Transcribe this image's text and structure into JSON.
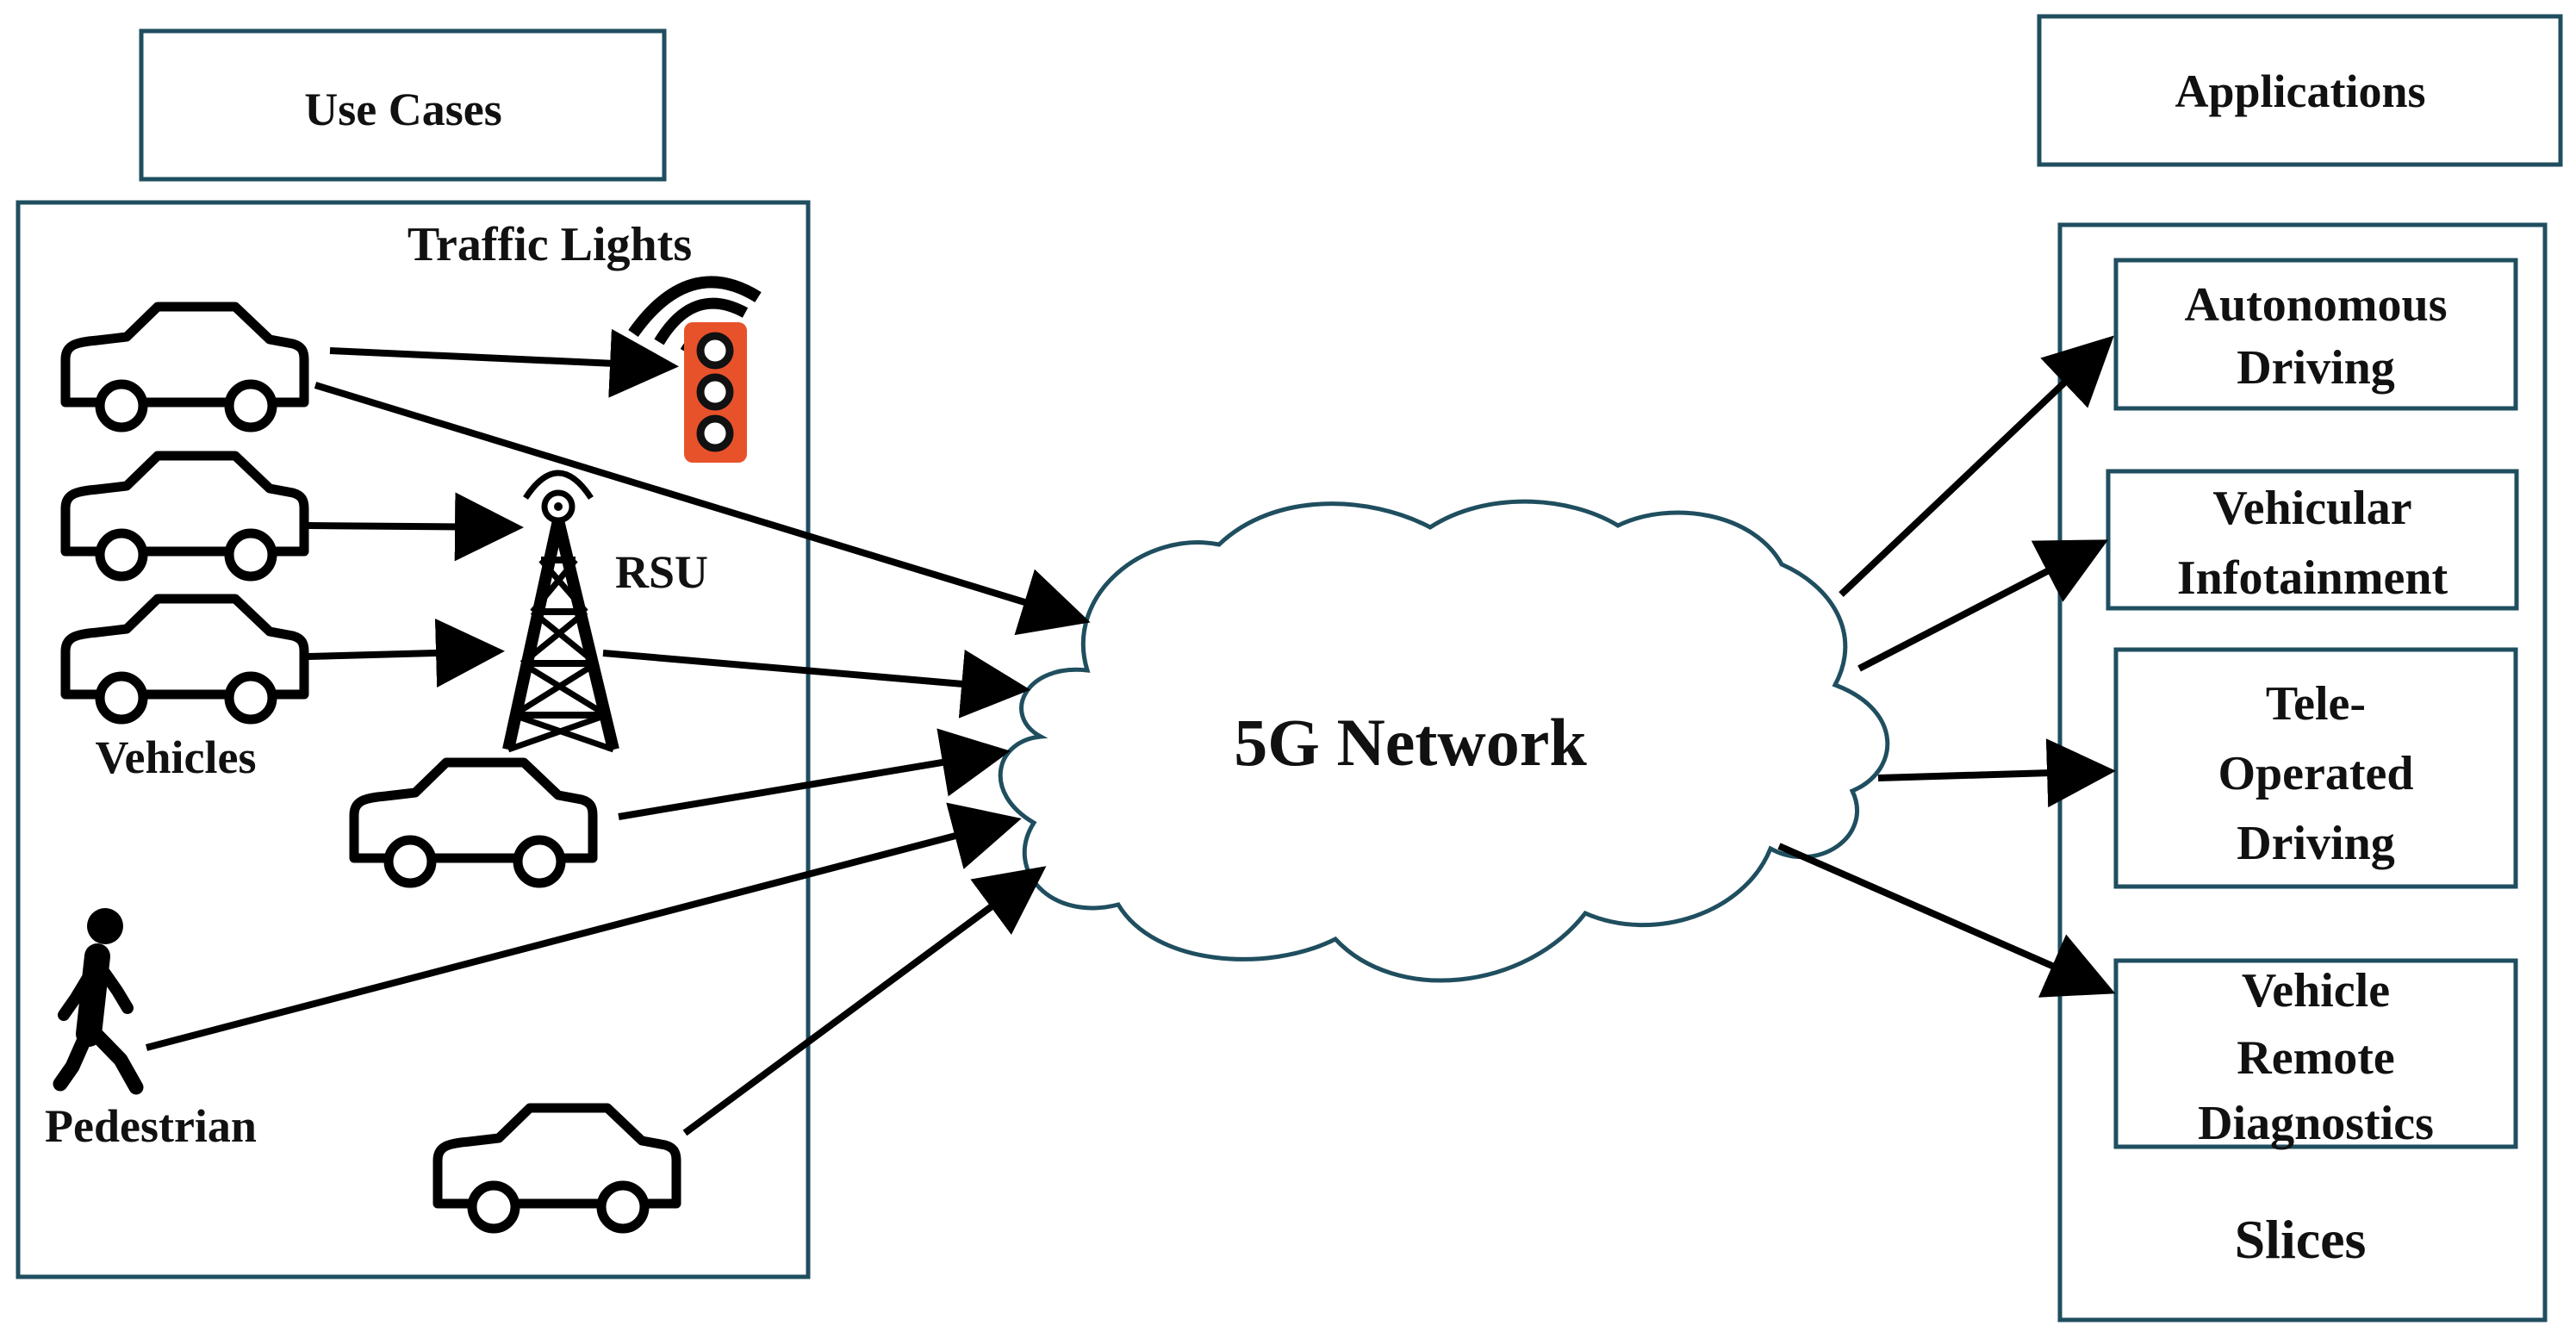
{
  "use_cases": {
    "header": "Use Cases",
    "traffic_lights_label": "Traffic Lights",
    "rsu_label": "RSU",
    "vehicles_label": "Vehicles",
    "pedestrian_label": "Pedestrian"
  },
  "network": {
    "label": "5G Network"
  },
  "applications": {
    "header": "Applications",
    "slices_label": "Slices",
    "slices": [
      {
        "lines": [
          "Autonomous",
          "Driving"
        ]
      },
      {
        "lines": [
          "Vehicular",
          "Infotainment"
        ]
      },
      {
        "lines": [
          "Tele-",
          "Operated",
          "Driving"
        ]
      },
      {
        "lines": [
          "Vehicle",
          "Remote",
          "Diagnostics"
        ]
      }
    ]
  },
  "colors": {
    "box_border": "#1f4e5f",
    "cloud_stroke": "#1f4e5f",
    "traffic_light": "#e8522a",
    "arrow": "#000000"
  },
  "icons": [
    "car-icon",
    "traffic-light-icon",
    "wifi-signal-icon",
    "rsu-tower-icon",
    "pedestrian-icon",
    "cloud-icon"
  ]
}
